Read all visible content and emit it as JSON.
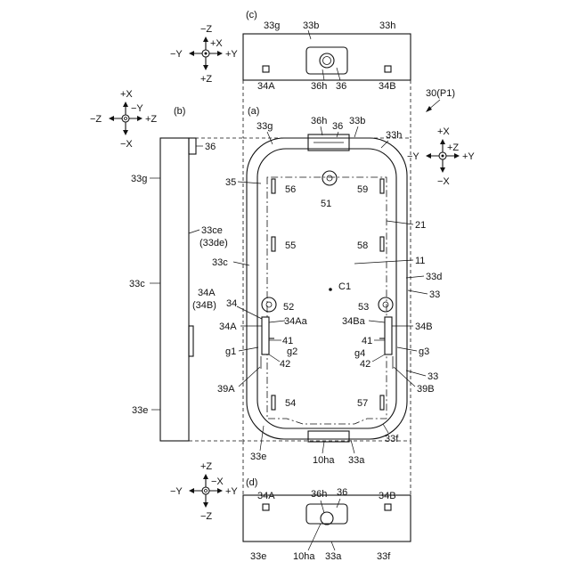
{
  "view_labels": {
    "c": "(c)",
    "b": "(b)",
    "a": "(a)",
    "d": "(d)"
  },
  "figure_ref": "30(P1)",
  "axes_top": {
    "up": "−Z",
    "right": "+Y",
    "left": "−Y",
    "down": "+Z",
    "center": "+X"
  },
  "axes_left": {
    "up": "+X",
    "right": "+Z",
    "left": "−Z",
    "down": "−X",
    "center": "−Y"
  },
  "axes_right": {
    "up": "+X",
    "right": "+Y",
    "left": "−Y",
    "down": "−X",
    "center": "+Z"
  },
  "axes_bottom": {
    "up": "+Z",
    "right": "+Y",
    "left": "−Y",
    "down": "−Z",
    "center": "−X"
  },
  "labels": {
    "c_33g": "33g",
    "c_33b": "33b",
    "c_33h": "33h",
    "c_34A": "34A",
    "c_36h": "36h",
    "c_36": "36",
    "c_34B": "34B",
    "b_36": "36",
    "b_33g": "33g",
    "b_33ce": "33ce",
    "b_33de": "(33de)",
    "b_33c": "33c",
    "b_34A": "34A",
    "b_34B": "(34B)",
    "b_33e": "33e",
    "a_33g": "33g",
    "a_36h": "36h",
    "a_36": "36",
    "a_33b": "33b",
    "a_33h": "33h",
    "a_35": "35",
    "a_56": "56",
    "a_59": "59",
    "a_51": "51",
    "a_21": "21",
    "a_55": "55",
    "a_58": "58",
    "a_11": "11",
    "a_33c": "33c",
    "a_33d": "33d",
    "a_C1": "C1",
    "a_33": "33",
    "a_34": "34",
    "a_52": "52",
    "a_53": "53",
    "a_34A": "34A",
    "a_34Aa": "34Aa",
    "a_34Ba": "34Ba",
    "a_34B": "34B",
    "a_41l": "41",
    "a_41r": "41",
    "a_g1": "g1",
    "a_g2": "g2",
    "a_g4": "g4",
    "a_g3": "g3",
    "a_42l": "42",
    "a_42r": "42",
    "a_33r2": "33",
    "a_39A": "39A",
    "a_39B": "39B",
    "a_54": "54",
    "a_57": "57",
    "a_33f": "33f",
    "a_33e": "33e",
    "a_10ha": "10ha",
    "a_33a": "33a",
    "d_34A": "34A",
    "d_36h": "36h",
    "d_36": "36",
    "d_34B": "34B",
    "d_33e": "33e",
    "d_10ha": "10ha",
    "d_33a": "33a",
    "d_33f": "33f"
  }
}
